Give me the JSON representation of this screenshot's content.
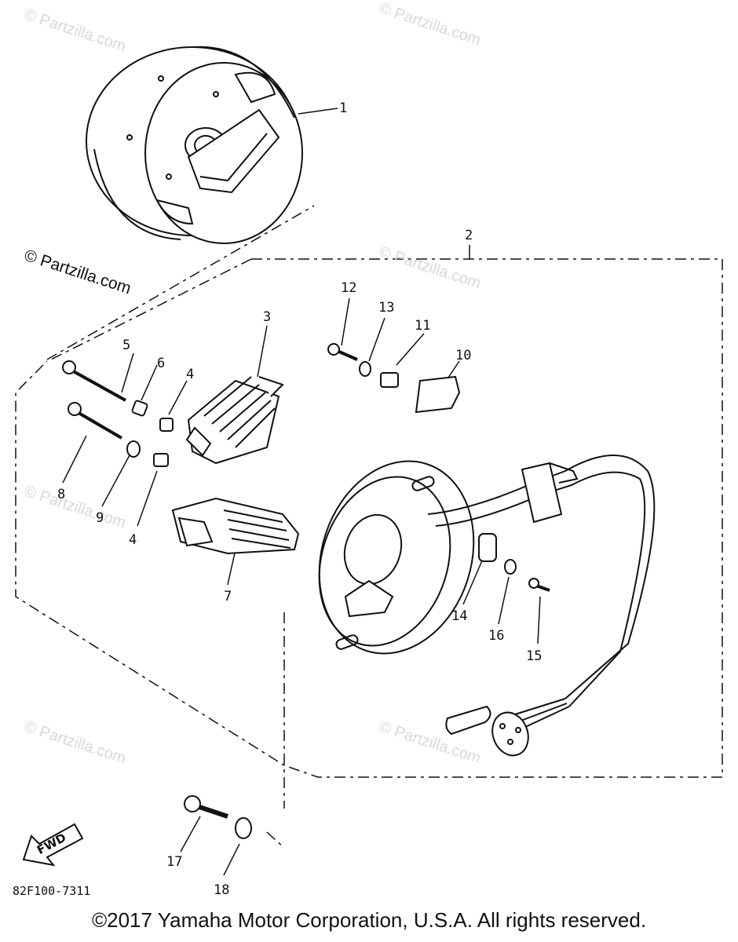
{
  "watermark": "© Partzilla.com",
  "callouts": [
    "1",
    "2",
    "3",
    "4",
    "4",
    "5",
    "6",
    "7",
    "8",
    "9",
    "10",
    "11",
    "12",
    "13",
    "14",
    "15",
    "16",
    "17",
    "18"
  ],
  "part_code": "82F100-7311",
  "fwd_label": "FWD",
  "copyright": "©2017 Yamaha Motor Corporation, U.S.A. All rights reserved."
}
